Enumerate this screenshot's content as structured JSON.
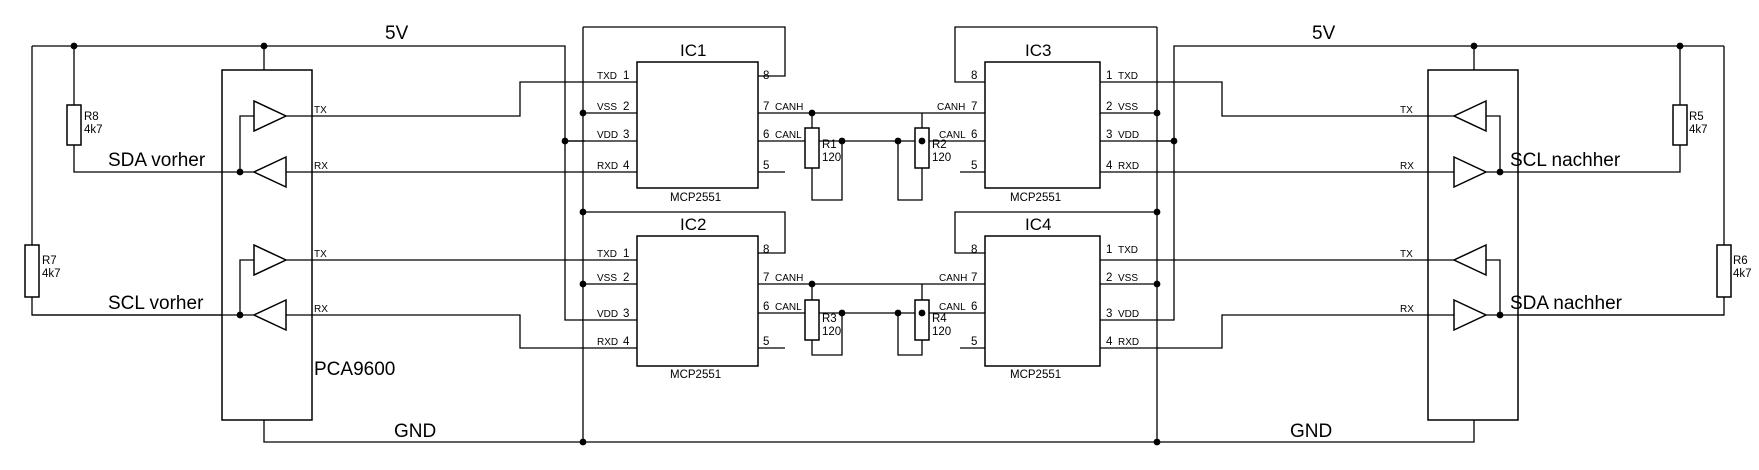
{
  "labels": {
    "rail_5v_left": "5V",
    "rail_5v_right": "5V",
    "gnd_left": "GND",
    "gnd_right": "GND",
    "buffer_chip": "PCA9600",
    "sda_before": "SDA vorher",
    "scl_before": "SCL vorher",
    "scl_after": "SCL nachher",
    "sda_after": "SDA nachher",
    "tx": "TX",
    "rx": "RX"
  },
  "transceivers": [
    {
      "ref": "IC1",
      "part": "MCP2551"
    },
    {
      "ref": "IC2",
      "part": "MCP2551"
    },
    {
      "ref": "IC3",
      "part": "MCP2551"
    },
    {
      "ref": "IC4",
      "part": "MCP2551"
    }
  ],
  "pins": {
    "txd": "TXD",
    "vss": "VSS",
    "vdd": "VDD",
    "rxd": "RXD",
    "canh": "CANH",
    "canl": "CANL",
    "p1": "1",
    "p2": "2",
    "p3": "3",
    "p4": "4",
    "p5": "5",
    "p6": "6",
    "p7": "7",
    "p8": "8"
  },
  "resistors": [
    {
      "ref": "R1",
      "value": "120"
    },
    {
      "ref": "R2",
      "value": "120"
    },
    {
      "ref": "R3",
      "value": "120"
    },
    {
      "ref": "R4",
      "value": "120"
    },
    {
      "ref": "R5",
      "value": "4k7"
    },
    {
      "ref": "R6",
      "value": "4k7"
    },
    {
      "ref": "R7",
      "value": "4k7"
    },
    {
      "ref": "R8",
      "value": "4k7"
    }
  ]
}
